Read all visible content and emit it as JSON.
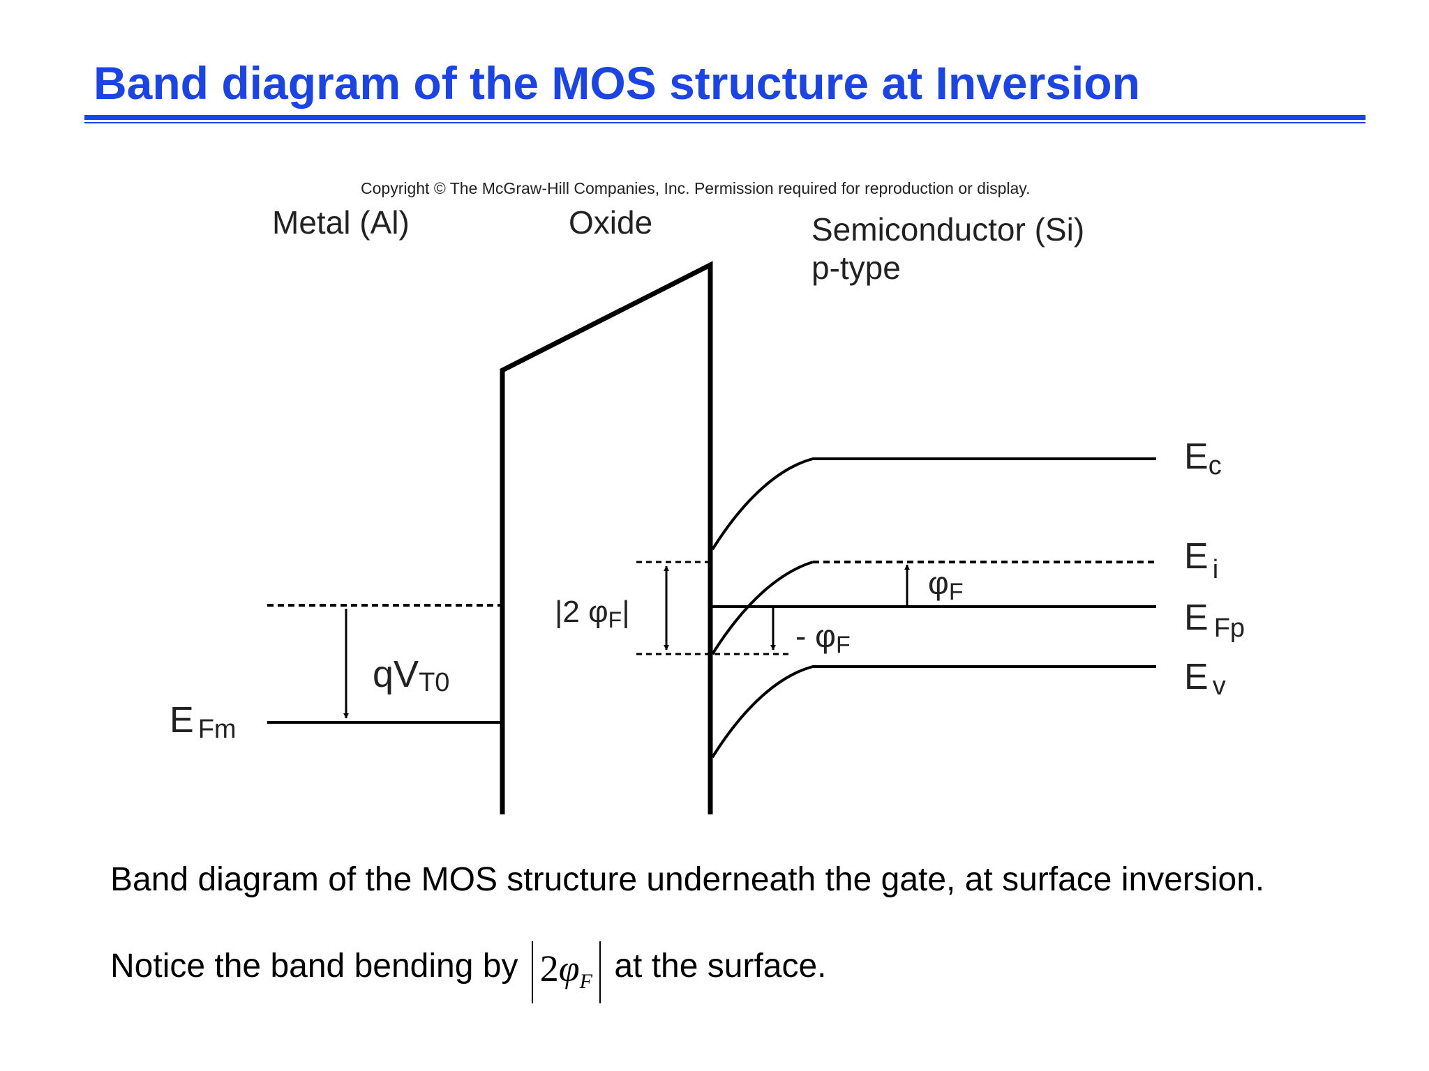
{
  "slide": {
    "title": "Band diagram of the MOS structure at Inversion",
    "title_color": "#1a44e6",
    "rule_color": "#1a44e6"
  },
  "figure": {
    "copyright": "Copyright © The McGraw-Hill Companies, Inc. Permission required for reproduction or display.",
    "label_metal": "Metal (Al)",
    "label_oxide": "Oxide",
    "label_semiconductor": "Semiconductor (Si)",
    "label_ptype": "p-type",
    "ec": {
      "main": "E",
      "sub": "c"
    },
    "ei": {
      "main": "E",
      "sub": "i"
    },
    "efp": {
      "main": "E",
      "sub": "Fp"
    },
    "ev": {
      "main": "E",
      "sub": "v"
    },
    "efm": {
      "main": "E",
      "sub": "Fm"
    },
    "qvt0": {
      "main": "qV",
      "sub": "T0"
    },
    "two_phi_f": {
      "pre": "|2 φ",
      "sub": "F",
      "post": "|"
    },
    "phi_f": {
      "main": "φ",
      "sub": "F"
    },
    "minus_phi_f": {
      "main": "- φ",
      "sub": "F"
    }
  },
  "captions": {
    "line1": "Band diagram of the MOS structure underneath the gate, at surface inversion.",
    "line2_before": "Notice the band bending by",
    "line2_math_num": "2",
    "line2_math_sym": "φ",
    "line2_math_sub": "F",
    "line2_after": "at the surface."
  }
}
